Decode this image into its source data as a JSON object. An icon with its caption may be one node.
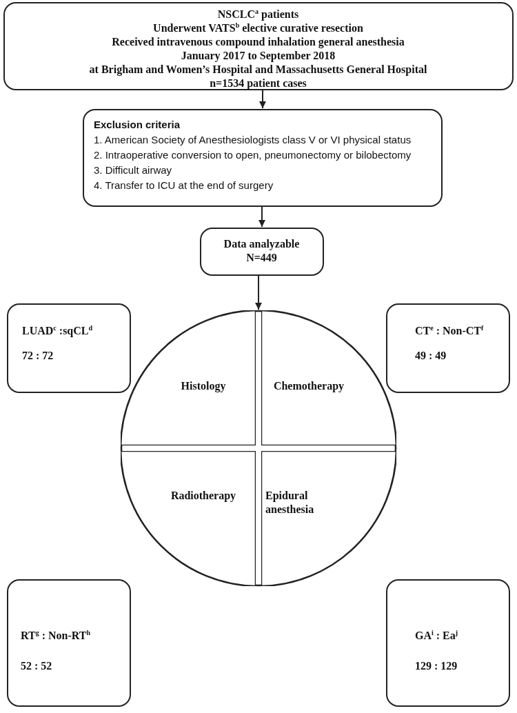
{
  "diagram": {
    "nodes": [
      {
        "text": [
          "NSCLC$^{a}$ patients",
          "Underwent VATS$^{b}$ elective curative resection",
          "Received intravenous compound inhalation general anesthesia",
          "January 2017 to September 2018",
          "at Brigham and Women’s Hospital and Massachusetts General Hospital",
          "n=1534 patient cases"
        ]
      },
      {
        "text": [
          "Exclusion criteria",
          "1. American Society of Anesthesiologists class V or VI physical status",
          "2. Intraoperative conversion to open, pneumonectomy or bilobectomy",
          "3. Difficult airway",
          "4. Transfer to ICU at the end of surgery"
        ]
      },
      {
        "text": [
          "Data analyzable",
          "N=449"
        ]
      },
      {
        "text": [],
        "shape": "circle"
      },
      {
        "text": [
          "Histology"
        ],
        "in": 3
      },
      {
        "text": [
          "Chemotherapy"
        ],
        "in": 3
      },
      {
        "text": [
          "Radiotherapy"
        ],
        "in": 3
      },
      {
        "text": [
          "Epidural anesthesia"
        ],
        "in": 3
      },
      {
        "text": [
          "LUAD$^{c}$ :sqCL$^{d}$",
          "72 : 72"
        ]
      },
      {
        "text": [
          "CT$^{e}$ : Non-CT$^{f}$",
          "49 : 49"
        ]
      },
      {
        "text": [
          "RT$^{g}$ : Non-RT$^{h}$",
          "52 : 52"
        ]
      },
      {
        "text": [
          "GA$^{i}$ : Ea$^{j}$",
          "129 : 129"
        ]
      }
    ],
    "edges": [
      {
        "from": 0,
        "to": 1,
        "arrow": "to"
      },
      {
        "from": 1,
        "to": 2,
        "arrow": "to"
      },
      {
        "from": 2,
        "to": 3,
        "arrow": "to"
      }
    ]
  }
}
